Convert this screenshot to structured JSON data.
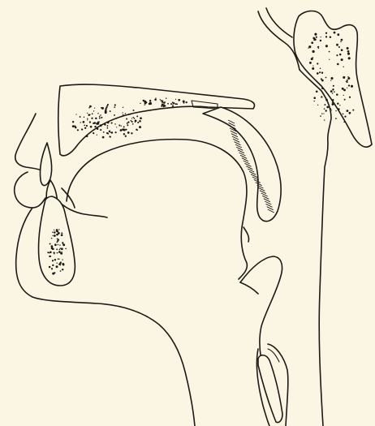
{
  "figure": {
    "background": "#fbf6e3",
    "line_color": "#1c1a16",
    "parts": [
      "upper-lip",
      "lower-lip",
      "hard-palate",
      "soft-palate",
      "tongue",
      "mandible",
      "maxilla",
      "upper-incisor",
      "lower-incisor",
      "pharynx-wall",
      "vertebra",
      "epiglottis",
      "larynx",
      "chin",
      "neck"
    ]
  }
}
